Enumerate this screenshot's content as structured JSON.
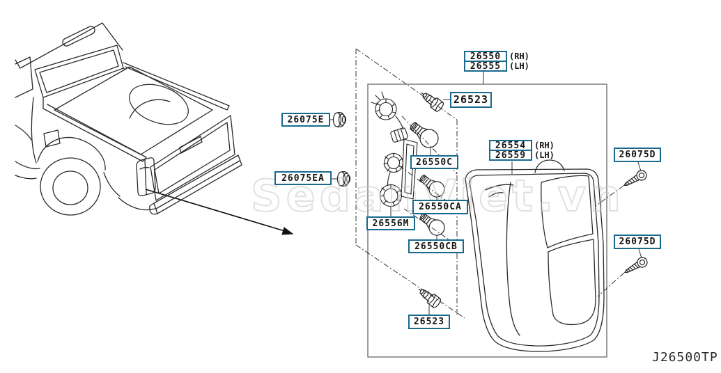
{
  "diagram": {
    "code": "J26500TP",
    "watermark": "SedanViet.vn",
    "colors": {
      "label_border": "#19698f",
      "line": "#2a2a2a",
      "frame": "#7a7a7a",
      "watermark": "#c8c8c8"
    },
    "labels": {
      "l26550": {
        "part": "26550",
        "side": "(RH)"
      },
      "l26555": {
        "part": "26555",
        "side": "(LH)"
      },
      "l26523_top": {
        "part": "26523"
      },
      "l26075e": {
        "part": "26075E"
      },
      "l26550c": {
        "part": "26550C"
      },
      "l26554": {
        "part": "26554",
        "side": "(RH)"
      },
      "l26559": {
        "part": "26559",
        "side": "(LH)"
      },
      "l26075d_top": {
        "part": "26075D"
      },
      "l26075ea": {
        "part": "26075EA"
      },
      "l26550ca": {
        "part": "26550CA"
      },
      "l26556m": {
        "part": "26556M"
      },
      "l26550cb": {
        "part": "26550CB"
      },
      "l26075d_bottom": {
        "part": "26075D"
      },
      "l26523_bottom": {
        "part": "26523"
      }
    },
    "icons": [
      "truck-rear-illustration",
      "pointer-arrow",
      "exploded-view-frame",
      "tail-lamp-drawing",
      "bulb-harness-drawing",
      "bulb-icon",
      "bulb-socket-icon",
      "grommet-icon",
      "screw-icon"
    ]
  }
}
